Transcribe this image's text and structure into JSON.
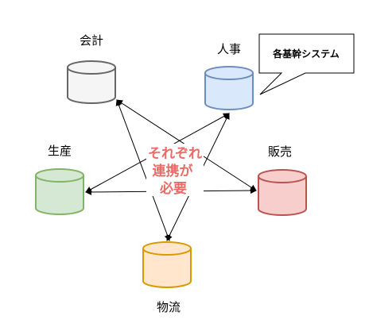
{
  "systems": {
    "accounting": {
      "label": "会計",
      "fill": "#f5f5f5",
      "stroke": "#666666"
    },
    "hr": {
      "label": "人事",
      "fill": "#dae8fc",
      "stroke": "#6c8ebf"
    },
    "production": {
      "label": "生産",
      "fill": "#d5e8d4",
      "stroke": "#82b366"
    },
    "sales": {
      "label": "販売",
      "fill": "#f8cecc",
      "stroke": "#b85450"
    },
    "logistics": {
      "label": "物流",
      "fill": "#ffe6cc",
      "stroke": "#d79b00"
    }
  },
  "callout": {
    "text": "各基幹システム"
  },
  "note": {
    "line1": "それぞれ",
    "line2": "連携が",
    "line3": "必要"
  },
  "colors": {
    "note": "#ea6b66",
    "arrow": "#000000"
  }
}
